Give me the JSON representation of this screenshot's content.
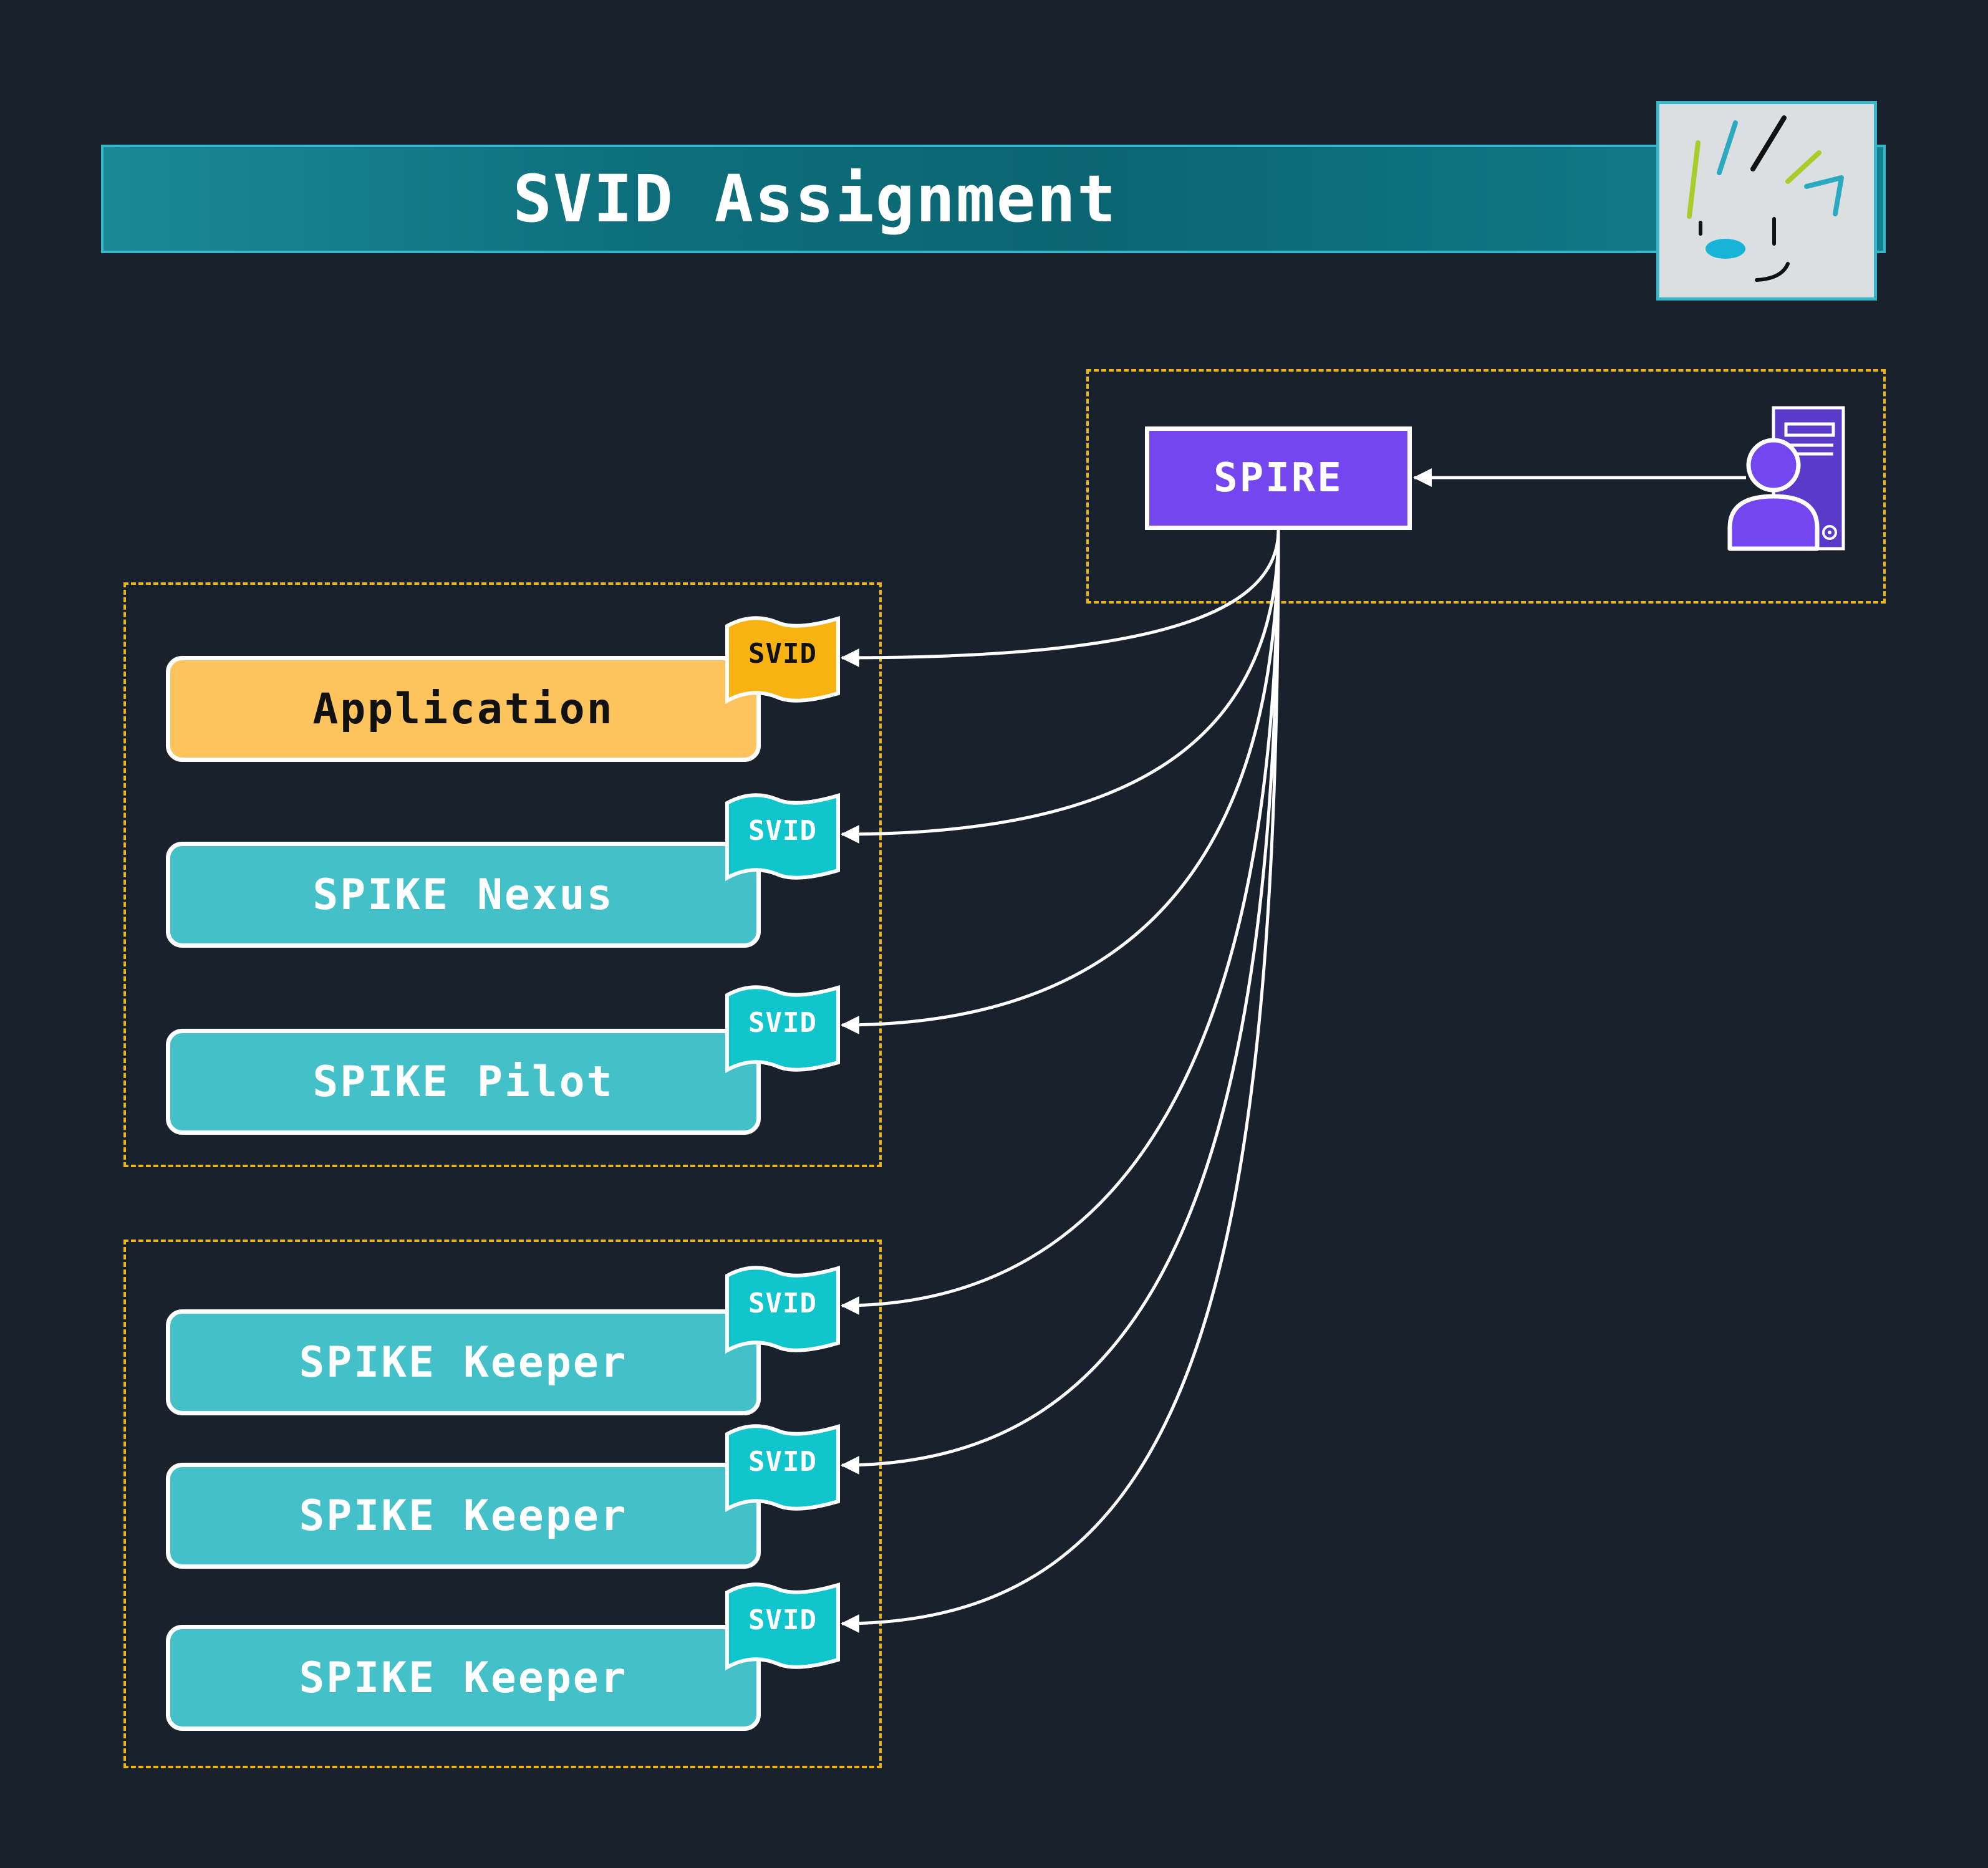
{
  "title": "SVID Assignment",
  "spire": {
    "label": "SPIRE"
  },
  "svid_label": "SVID",
  "services": [
    {
      "label": "Application",
      "variant": "gold"
    },
    {
      "label": "SPIKE Nexus",
      "variant": "teal"
    },
    {
      "label": "SPIKE Pilot",
      "variant": "teal"
    },
    {
      "label": "SPIKE Keeper",
      "variant": "teal"
    },
    {
      "label": "SPIKE Keeper",
      "variant": "teal"
    },
    {
      "label": "SPIKE Keeper",
      "variant": "teal"
    }
  ],
  "colors": {
    "background": "#19212d",
    "teal": "#43c0c8",
    "gold": "#fdc35c",
    "flag_gold": "#f8b212",
    "flag_teal": "#11c5cd",
    "spire": "#7446f0",
    "dashed": "#e9b51e",
    "title_bar": "#0e6f7c"
  },
  "icons": [
    "spiffe-logo-icon",
    "admin-server-icon",
    "svid-flag-icon"
  ]
}
